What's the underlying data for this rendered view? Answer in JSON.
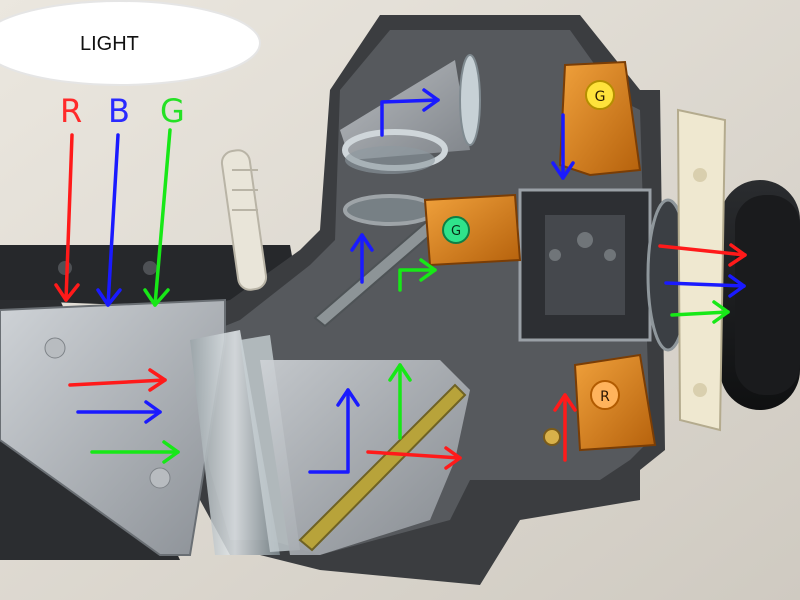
{
  "title_bubble": {
    "text": "LIGHT"
  },
  "labels": {
    "r": {
      "text": "R",
      "color": "#ff2a2a"
    },
    "b": {
      "text": "B",
      "color": "#2a2aff"
    },
    "g": {
      "text": "G",
      "color": "#25e125"
    }
  },
  "panel_labels": {
    "top_panel": "G",
    "left_panel": "G",
    "bottom_panel": "R"
  },
  "colors": {
    "red": "#ff1a1a",
    "blue": "#1a1aff",
    "green": "#17e817",
    "kapton": "#d77a17",
    "housing": "#3b3d40"
  }
}
